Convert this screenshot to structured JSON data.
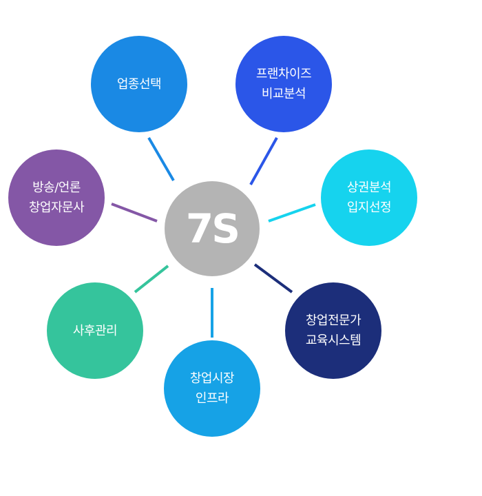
{
  "center": {
    "label": "7S",
    "color": "#b4b4b4"
  },
  "nodes": [
    {
      "id": "business-selection",
      "lines": [
        "업종선택"
      ],
      "color": "#1a89e4"
    },
    {
      "id": "franchise-compare",
      "lines": [
        "프랜차이즈",
        "비교분석"
      ],
      "color": "#2b56e8"
    },
    {
      "id": "commercial-analysis",
      "lines": [
        "상권분석",
        "입지선정"
      ],
      "color": "#16d3ee"
    },
    {
      "id": "startup-education",
      "lines": [
        "창업전문가",
        "교육시스템"
      ],
      "color": "#1c2e7a"
    },
    {
      "id": "startup-market",
      "lines": [
        "창업시장",
        "인프라"
      ],
      "color": "#16a2e6"
    },
    {
      "id": "aftercare",
      "lines": [
        "사후관리"
      ],
      "color": "#35c49c"
    },
    {
      "id": "media-advisory",
      "lines": [
        "방송/언론",
        "창업자문사"
      ],
      "color": "#8457a6"
    }
  ]
}
